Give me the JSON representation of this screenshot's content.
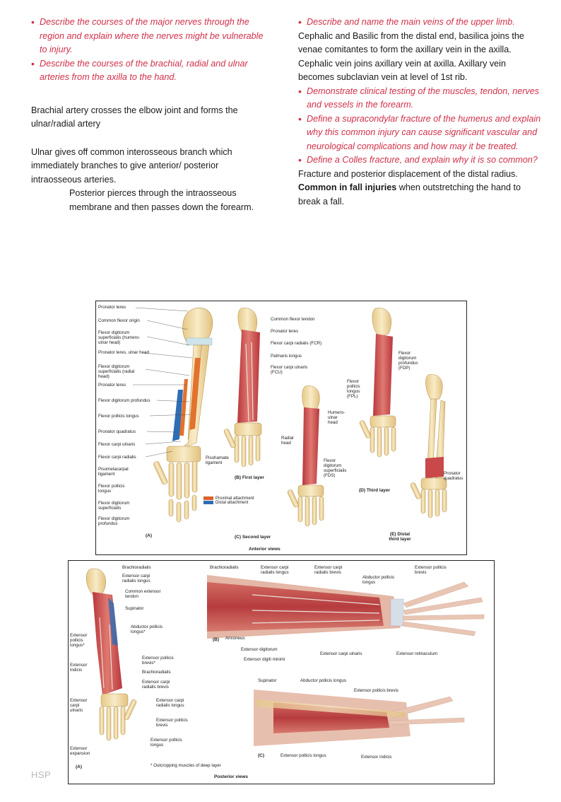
{
  "left_column": {
    "objectives": [
      "Describe the courses of the major nerves through the region and explain where the nerves might be vulnerable to injury.",
      "Describe the courses of the brachial, radial and ulnar arteries from the axilla to the hand."
    ],
    "paragraphs": [
      "Brachial artery crosses the elbow joint and forms the ulnar/radial artery",
      "Ulnar gives off common interosseous branch which immediately branches to give anterior/ posterior intraosseous arteries."
    ],
    "indented": "Posterior pierces through the intraosseous membrane and then passes down the forearm."
  },
  "right_column": {
    "objective_veins": "Describe and name the main veins of the upper limb.",
    "veins_text": "Cephalic and Basilic from the distal end, basilica joins the venae comitantes to form the axillary vein in the axilla. Cephalic vein joins axillary vein at axilla. Axillary vein becomes subclavian vein at level of 1st rib.",
    "objectives": [
      "Demonstrate clinical testing of the muscles, tendon, nerves and vessels in the forearm.",
      "Define a supracondylar fracture of the humerus and explain why this common injury can cause significant vascular and neurological complications and how may it be treated.",
      "Define a Colles fracture, and explain why it is so common?"
    ],
    "colles_text_1": "Fracture and posterior displacement of the distal radius. ",
    "colles_bold": "Common in fall injuries",
    "colles_text_2": " when outstretching the hand to break a fall."
  },
  "figure_anterior": {
    "labels_a": [
      "Pronator teres",
      "Common flexor origin",
      "Flexor digitorum superficialis (humero-ulnar head)",
      "Pronator teres, ulnar head",
      "Flexor digitorum superficialis (radial head)",
      "Pronator teres",
      "Flexor digitorum profundus",
      "Flexor pollicis longus",
      "Pronator quadratus",
      "Flexor carpi ulnaris",
      "Flexor carpi radialis",
      "Pisometacarpal ligament",
      "Flexor pollicis longus",
      "Flexor digitorum superficialis",
      "Flexor digitorum profundus"
    ],
    "pisohamate": "Pisohamate ligament",
    "labels_b": [
      "Common flexor tendon",
      "Pronator teres",
      "Flexor carpi radialis (FCR)",
      "Palmaris longus",
      "Flexor carpi ulnaris (FCU)"
    ],
    "labels_c": [
      "Humero-ulnar head",
      "Radial head",
      "Flexor digitorum superficialis (FDS)"
    ],
    "labels_d": [
      "Flexor digitorum profundus (FDP)",
      "Flexor pollicis longus (FPL)"
    ],
    "label_e": "Pronator quadratus",
    "legend": [
      {
        "label": "Proximal attachment",
        "color": "#d9622b"
      },
      {
        "label": "Distal attachment",
        "color": "#2f6db5"
      }
    ],
    "captions": {
      "a": "(A)",
      "b": "(B) First layer",
      "c": "(C) Second layer",
      "d": "(D) Third layer",
      "e": "(E) Distal third layer",
      "views": "Anterior views"
    }
  },
  "figure_posterior": {
    "labels_a_right": [
      "Brachioradialis",
      "Extensor carpi radialis longus",
      "Common extensor tendon",
      "Supinator",
      "Abductor pollicis longus*",
      "Extensor pollicis brevis*",
      "Brachioradialis",
      "Extensor carpi radialis brevis",
      "Extensor carpi radialis longus",
      "Extensor pollicis brevis",
      "Extensor pollicis longus"
    ],
    "labels_a_left": [
      "Extensor pollicis longus*",
      "Extensor indicis",
      "Extensor carpi ulnaris",
      "Extensor expansion"
    ],
    "labels_b": [
      "Brachioradialis",
      "Extensor carpi radialis longus",
      "Extensor carpi radialis brevis",
      "Abductor pollicis longus",
      "Extensor pollicis brevis",
      "Anconeus",
      "Extensor digitorum",
      "Extensor digiti minimi",
      "Extensor carpi ulnaris",
      "Extensor retinaculum"
    ],
    "labels_c": [
      "Supinator",
      "Abductor pollicis longus",
      "Extensor pollicis brevis",
      "Extensor pollicis longus",
      "Extensor indicis"
    ],
    "footnote": "* Outcropping muscles of deep layer",
    "captions": {
      "a": "(A)",
      "b": "(B)",
      "c": "(C)",
      "views": "Posterior views"
    }
  },
  "footer": {
    "mark": "HSP"
  },
  "colors": {
    "objective_red": "#d0304a",
    "muscle": "#c9484a",
    "bone": "#f0d9a0",
    "tendon": "#d7dde6"
  }
}
